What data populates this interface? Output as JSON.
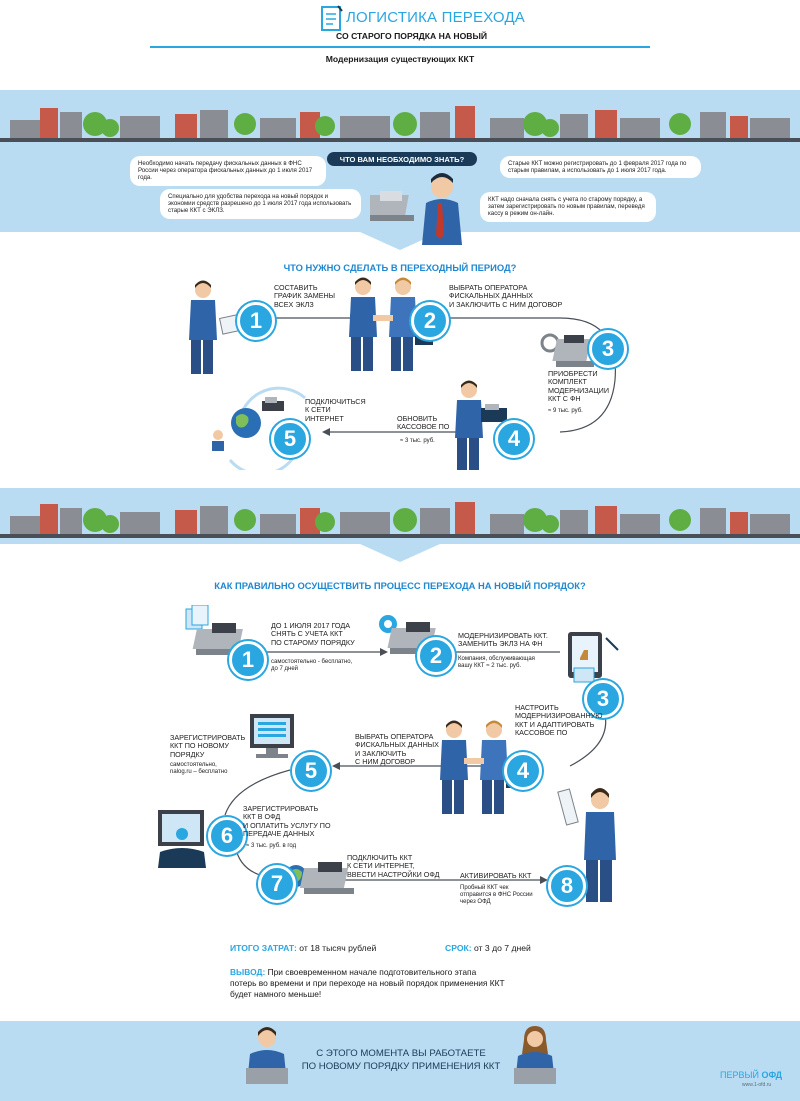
{
  "header": {
    "title": "ЛОГИСТИКА ПЕРЕХОДА",
    "subtitle": "СО СТАРОГО ПОРЯДКА НА НОВЫЙ",
    "section_title": "Модернизация существующих ККТ"
  },
  "know": {
    "question": "ЧТО ВАМ НЕОБХОДИМО ЗНАТЬ?",
    "left_1": "Необходимо начать передачу фискальных данных в ФНС России через оператора фискальных данных до 1 июля 2017 года.",
    "left_2": "Специально для удобства перехода на новый порядок и экономии средств разрешено до 1 июля 2017 года использовать старые ККТ с ЭКЛЗ.",
    "right_1": "Старые ККТ можно регистрировать до 1 февраля 2017 года по старым правилам, а использовать до 1 июля 2017 года.",
    "right_2": "ККТ надо сначала снять с учета по старому порядку, а затем зарегистрировать по новым правилам, переведя кассу в режим он-лайн."
  },
  "transition": {
    "title": "ЧТО НУЖНО СДЕЛАТЬ В ПЕРЕХОДНЫЙ ПЕРИОД?",
    "steps": [
      {
        "num": "1",
        "text": "СОСТАВИТЬ\nГРАФИК ЗАМЕНЫ\nВСЕХ ЭКЛЗ"
      },
      {
        "num": "2",
        "text": "ВЫБРАТЬ ОПЕРАТОРА\nФИСКАЛЬНЫХ ДАННЫХ\nИ ЗАКЛЮЧИТЬ С НИМ ДОГОВОР"
      },
      {
        "num": "3",
        "text": "ПРИОБРЕСТИ\nКОМПЛЕКТ\nМОДЕРНИЗАЦИИ\nККТ С ФН",
        "cost": "9 тыс. руб."
      },
      {
        "num": "4",
        "text": "ОБНОВИТЬ\nКАССОВОЕ ПО",
        "cost": "3 тыс. руб."
      },
      {
        "num": "5",
        "text": "ПОДКЛЮЧИТЬСЯ\nК СЕТИ\nИНТЕРНЕТ"
      }
    ]
  },
  "process": {
    "title": "КАК ПРАВИЛЬНО ОСУЩЕСТВИТЬ ПРОЦЕСС ПЕРЕХОДА НА НОВЫЙ ПОРЯДОК?",
    "steps": [
      {
        "num": "1",
        "text": "ДО 1 ИЮЛЯ 2017 ГОДА\nСНЯТЬ С УЧЕТА ККТ\nПО СТАРОМУ ПОРЯДКУ",
        "note": "самостоятельно - бесплатно,\nдо 7 дней"
      },
      {
        "num": "2",
        "text": "МОДЕРНИЗИРОВАТЬ ККТ.\nЗАМЕНИТЬ ЭКЛЗ НА ФН",
        "note": "Компания, обслуживающая\nвашу ККТ",
        "cost": "2 тыс. руб."
      },
      {
        "num": "3",
        "text": "НАСТРОИТЬ\nМОДЕРНИЗИРОВАННУЮ\nККТ И АДАПТИРОВАТЬ\nКАССОВОЕ ПО"
      },
      {
        "num": "4",
        "text": "ВЫБРАТЬ ОПЕРАТОРА\nФИСКАЛЬНЫХ ДАННЫХ\nИ ЗАКЛЮЧИТЬ\nС НИМ ДОГОВОР"
      },
      {
        "num": "5",
        "text": "ЗАРЕГИСТРИРОВАТЬ\nККТ ПО НОВОМУ\nПОРЯДКУ",
        "note": "самостоятельно,\nnalog.ru – бесплатно"
      },
      {
        "num": "6",
        "text": "ЗАРЕГИСТРИРОВАТЬ\nККТ В ОФД\nИ ОПЛАТИТЬ УСЛУГУ ПО\nПЕРЕДАЧЕ ДАННЫХ",
        "cost": "3 тыс. руб. в год"
      },
      {
        "num": "7",
        "text": "ПОДКЛЮЧИТЬ ККТ\nК СЕТИ ИНТЕРНЕТ,\nВВЕСТИ НАСТРОЙКИ ОФД"
      },
      {
        "num": "8",
        "text": "АКТИВИРОВАТЬ ККТ",
        "note": "Пробный ККТ чек\nотправится в ФНС России\nчерез ОФД"
      }
    ]
  },
  "totals": {
    "cost_label": "ИТОГО ЗАТРАТ:",
    "cost_value": "от 18 тысяч рублей",
    "term_label": "СРОК:",
    "term_value": "от 3 до 7 дней",
    "conclusion_label": "ВЫВОД:",
    "conclusion_line1": "При своевременном начале подготовительного этапа",
    "conclusion_line2": "потерь во времени и при переходе на новый порядок применения ККТ",
    "conclusion_line3": "будет намного меньше!"
  },
  "footer": {
    "line1": "С ЭТОГО МОМЕНТА ВЫ РАБОТАЕТЕ",
    "line2": "ПО НОВОМУ ПОРЯДКУ ПРИМЕНЕНИЯ ККТ",
    "logo_text_1": "ПЕРВЫЙ",
    "logo_text_2": "ОФД",
    "logo_url": "www.1-ofd.ru"
  },
  "colors": {
    "accent": "#2aa6e0",
    "band": "#b9dcf3",
    "dark": "#1b3a57",
    "suit": "#2f64a8"
  }
}
